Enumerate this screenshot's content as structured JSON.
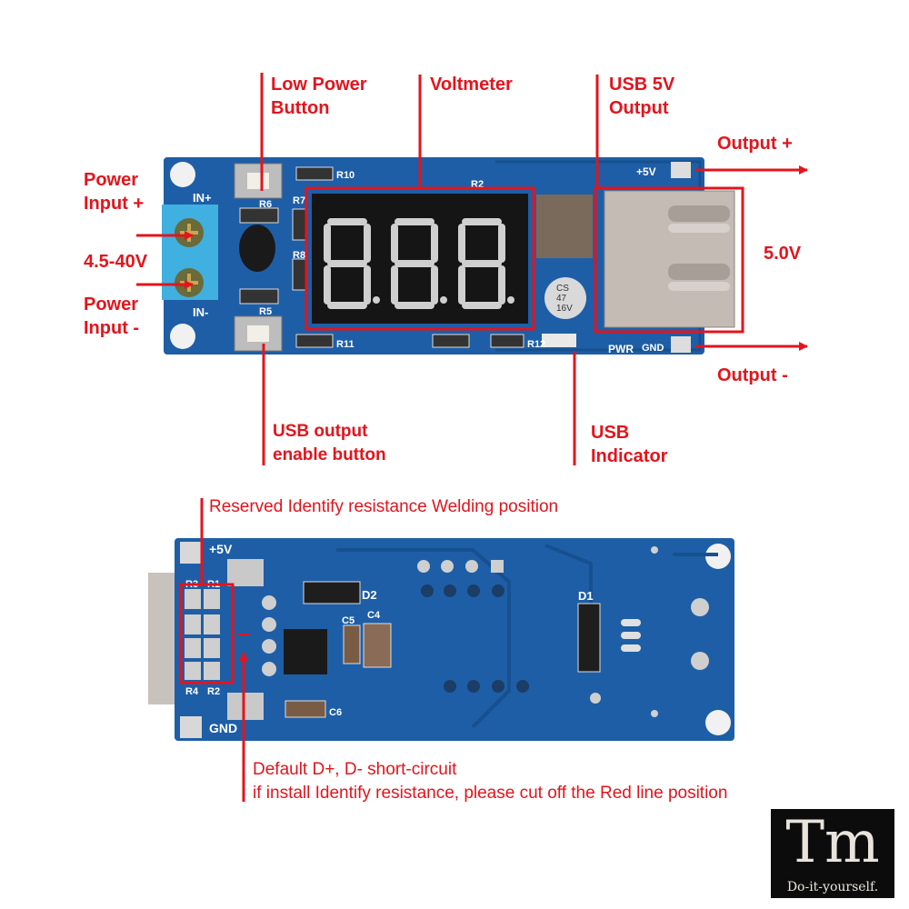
{
  "top_view": {
    "labels": {
      "low_power_button": [
        "Low Power",
        "Button"
      ],
      "voltmeter": "Voltmeter",
      "usb_output": [
        "USB 5V",
        "Output"
      ],
      "output_plus": "Output +",
      "output_voltage": "5.0V",
      "output_minus": "Output -",
      "power_input_plus": [
        "Power",
        "Input +"
      ],
      "input_range": "4.5-40V",
      "power_input_minus": [
        "Power",
        "Input -"
      ],
      "usb_enable_button": [
        "USB output",
        "enable button"
      ],
      "usb_indicator": [
        "USB",
        "Indicator"
      ]
    },
    "silkscreen": {
      "in_plus": "IN+",
      "in_minus": "IN-",
      "plus5v": "+5V",
      "gnd": "GND",
      "pwr": "PWR",
      "r10": "R10",
      "r11": "R11",
      "r12": "R12",
      "r7": "R7",
      "r8": "R8",
      "r6": "R6",
      "r5": "R5",
      "r2": "R2",
      "cap": [
        "CS",
        "47",
        "16V"
      ]
    }
  },
  "bottom_view": {
    "labels": {
      "reserved": "Reserved Identify resistance Welding position",
      "default_short": "Default D+, D- short-circuit",
      "cut_note": "if install Identify resistance, please cut off the Red line position"
    },
    "silkscreen": {
      "plus5v": "+5V",
      "gnd": "GND",
      "r3": "R3",
      "r1": "R1",
      "r4": "R4",
      "r2": "R2",
      "d1": "D1",
      "d2": "D2",
      "c4": "C4",
      "c5": "C5",
      "c6": "C6"
    }
  },
  "logo": {
    "mark": "Tm",
    "tagline": "Do-it-yourself."
  },
  "colors": {
    "annotation": "#e3141c",
    "pcb": "#1e5ea6",
    "terminal": "#3fb0e0"
  }
}
